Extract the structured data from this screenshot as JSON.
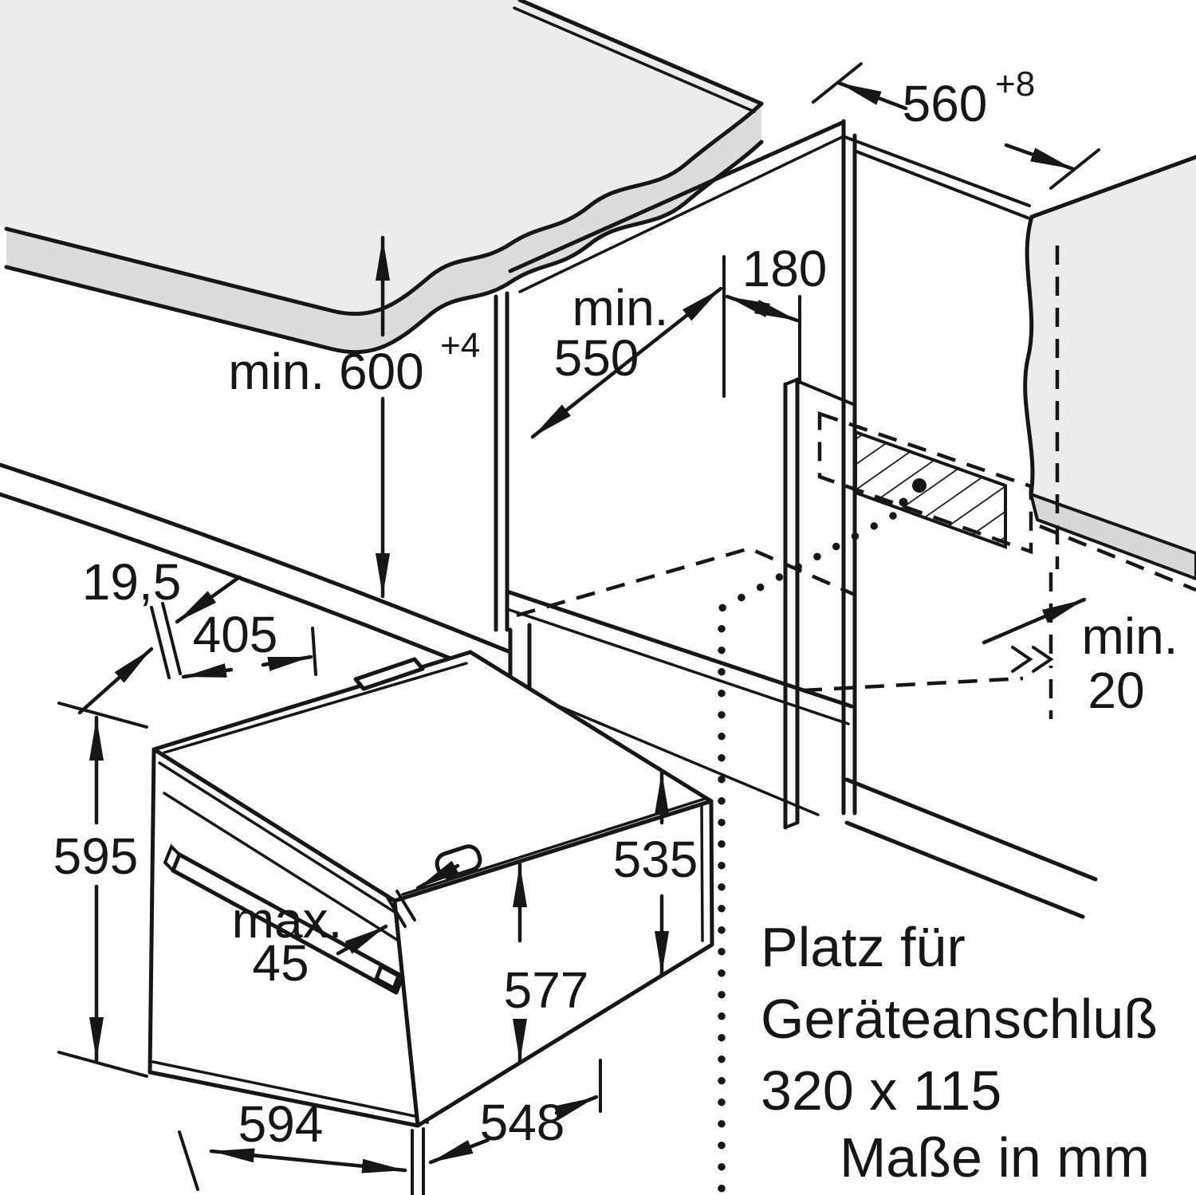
{
  "diagram": {
    "title_semantic": "built-in oven installation dimensions",
    "units_label": "Maße in mm",
    "note": {
      "line1": "Platz für",
      "line2": "Geräteanschluß",
      "line3": "320 x 115"
    },
    "dims": {
      "niche_width": "560",
      "niche_width_sup": "+8",
      "niche_height": "min. 600",
      "niche_height_sup": "+4",
      "niche_depth_line1": "min.",
      "niche_depth_line2": "550",
      "top_clearance": "180",
      "rear_gap_line1": "min.",
      "rear_gap_line2": "20",
      "frame_thickness": "19,5",
      "panel_depth": "405",
      "front_height": "595",
      "handle_depth_line1": "max.",
      "handle_depth_line2": "45",
      "body_height": "577",
      "body_rear_height": "535",
      "front_width": "594",
      "body_depth": "548"
    },
    "colors": {
      "line": "#161616",
      "countertop": "#ececec",
      "countertop_edge": "#dcdcdc",
      "wall": "#ececec",
      "wall_edge": "#d7d7d7",
      "background": "#ffffff"
    }
  }
}
